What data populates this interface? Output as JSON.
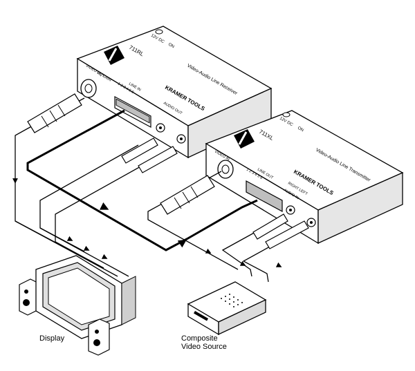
{
  "receiver": {
    "model": "711RL",
    "brand": "KRAMER TOOLS",
    "subtitle": "Video-Audio Line Receiver",
    "power_label": "12V DC",
    "on_label": "ON",
    "line_in_label": "LINE IN",
    "pins_label": "1 2 3 4 5 6",
    "video_out_label": "VIDEO OUT",
    "audio_out_label": "AUDIO OUT",
    "eq_gain_label": "EQ GAIN"
  },
  "transmitter": {
    "model": "711XL",
    "brand": "KRAMER TOOLS",
    "subtitle": "Video-Audio Line Transmitter",
    "power_label": "12V DC",
    "on_label": "ON",
    "line_out_label": "LINE OUT",
    "pins_label": "1 2 3 4 5 6",
    "video_in_label": "VIDEO IN",
    "audio_in_label": "AUDIO IN",
    "audio_lr_label": "RIGHT LEFT"
  },
  "captions": {
    "display": "Display",
    "source_line1": "Composite",
    "source_line2": "Video Source"
  },
  "colors": {
    "line": "#000000",
    "fill": "#ffffff",
    "shade": "#d9d9d9"
  }
}
